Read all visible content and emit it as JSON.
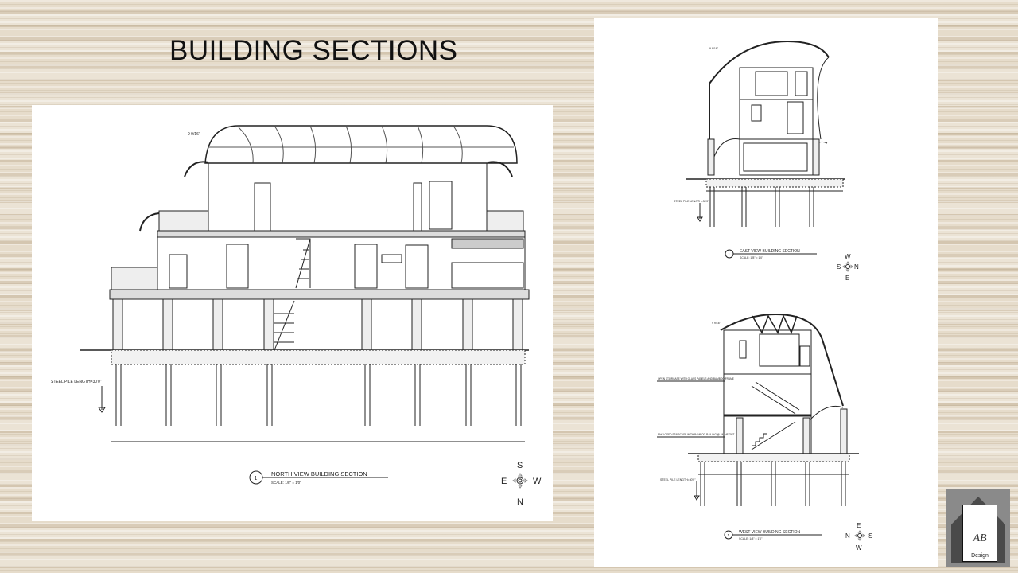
{
  "slide": {
    "title": "BUILDING SECTIONS"
  },
  "north_section": {
    "number": "1",
    "caption": "NORTH VIEW BUILDING SECTION",
    "scale": "SCALE: 1/8\" = 1'0\"",
    "pile_note": "STEEL PILE LENGTH=30'0\"",
    "roof_dim": "9 9/16\"",
    "compass": {
      "top": "S",
      "left": "E",
      "right": "W",
      "bottom": "N"
    }
  },
  "east_section": {
    "number": "1",
    "caption": "EAST VIEW BUILDING SECTION",
    "scale": "SCALE: 1/8\" = 1'0\"",
    "pile_note": "STEEL PILE LENGTH=30'0\"",
    "roof_dim": "9 9/16\"",
    "compass": {
      "top": "W",
      "left": "S",
      "right": "N",
      "bottom": "E"
    }
  },
  "west_section": {
    "number": "1",
    "caption": "WEST VIEW BUILDING SECTION",
    "scale": "SCALE: 1/8\" = 1'0\"",
    "pile_note": "STEEL PILE LENGTH=30'0\"",
    "roof_dim": "9 9/16\"",
    "note_upper": "OPEN STAIRCASE WITH GLASS PANELS AND BAMBOO FRAME",
    "note_lower": "ENCLOSED STAIRCASE WITH BAMBOO RAILING @ 34\" HEIGHT",
    "compass": {
      "top": "E",
      "left": "N",
      "right": "S",
      "bottom": "W"
    }
  },
  "logo": {
    "monogram": "AB",
    "text": "Design"
  }
}
